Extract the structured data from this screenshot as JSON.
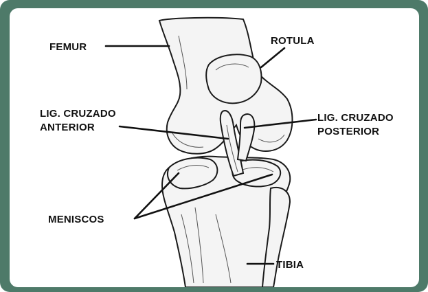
{
  "labels": {
    "femur": "FEMUR",
    "rotula": "ROTULA",
    "lig_anterior_1": "LIG. CRUZADO",
    "lig_anterior_2": "ANTERIOR",
    "lig_posterior_1": "LIG. CRUZADO",
    "lig_posterior_2": "POSTERIOR",
    "meniscos": "MENISCOS",
    "tibia": "TIBIA"
  },
  "colors": {
    "frame": "#4e7a69",
    "panel": "#ffffff",
    "ink": "#111111"
  }
}
